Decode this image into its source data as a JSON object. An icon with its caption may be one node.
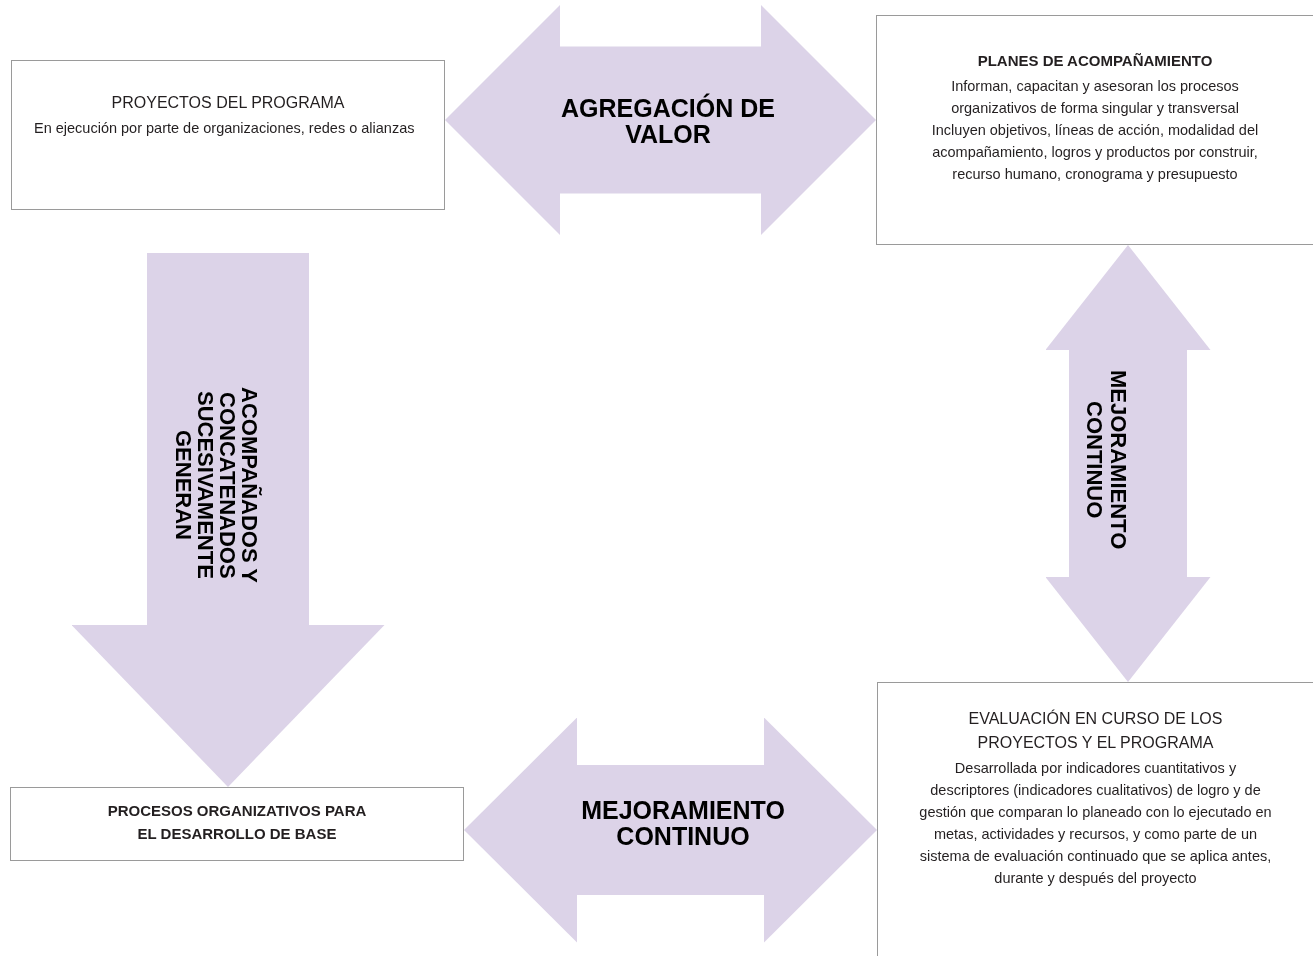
{
  "diagram": {
    "nodes": [
      {
        "text": [
          "PROYECTOS DEL PROGRAMA",
          "En ejecución por parte de organizaciones, redes o alianzas"
        ]
      },
      {
        "text": [
          "PLANES DE ACOMPAÑAMIENTO",
          "Informan, capacitan y asesoran los procesos organizativos de forma singular y transversal",
          "Incluyen objetivos, líneas de acción, modalidad del acompañamiento, logros y productos por construir, recurso humano, cronograma y presupuesto"
        ]
      },
      {
        "text": [
          "EVALUACIÓN EN CURSO DE LOS PROYECTOS Y EL PROGRAMA",
          "Desarrollada por indicadores cuantitativos y descriptores (indicadores cualitativos) de logro y de gestión que comparan lo planeado con lo ejecutado en metas, actividades y recursos, y como parte de un sistema de evaluación continuado que se aplica antes, durante y después del proyecto"
        ]
      },
      {
        "text": [
          "PROCESOS ORGANIZATIVOS PARA EL DESARROLLO DE BASE"
        ]
      }
    ],
    "edges": [
      {
        "from": 0,
        "to": 1,
        "arrow": "both",
        "label": "AGREGACIÓN DE VALOR"
      },
      {
        "from": 1,
        "to": 2,
        "arrow": "both",
        "label": "MEJORAMIENTO CONTINUO"
      },
      {
        "from": 0,
        "to": 3,
        "arrow": "to",
        "label": "ACOMPAÑADOS Y CONCATENADOS SUCESIVAMENTE GENERAN"
      },
      {
        "from": 3,
        "to": 2,
        "arrow": "both",
        "label": "MEJORAMIENTO CONTINUO"
      }
    ]
  }
}
